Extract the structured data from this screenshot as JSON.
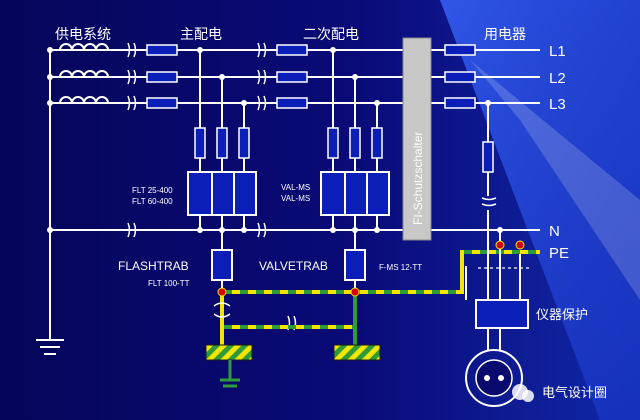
{
  "sections": {
    "supply": "供电系统",
    "main_distribution": "主配电",
    "sub_distribution": "二次配电",
    "consumer": "用电器"
  },
  "lines": {
    "l1": "L1",
    "l2": "L2",
    "l3": "L3",
    "n": "N",
    "pe": "PE"
  },
  "rcd_label": "FI-Schutzschalter",
  "main_arrester": {
    "types": [
      "FLT 25-400",
      "FLT 60-400"
    ],
    "name": "FLASHTRAB",
    "n_pe": "FLT 100-TT"
  },
  "sub_arrester": {
    "types": [
      "VAL-MS",
      "VAL-MS"
    ],
    "name": "VALVETRAB",
    "n_pe": "F-MS 12-TT"
  },
  "device_protection": "仪器保护",
  "watermark": "电气设计圈",
  "colors": {
    "background_dark": "#06065e",
    "background_light": "#1a3bd0",
    "wire": "#ffffff",
    "device_fill": "#0b1fb8",
    "pe_yellow": "#f2e600",
    "earth_bar_green": "#2f9a3a",
    "rcd_gray": "#c8c8c8",
    "junction_red": "#d40000"
  }
}
